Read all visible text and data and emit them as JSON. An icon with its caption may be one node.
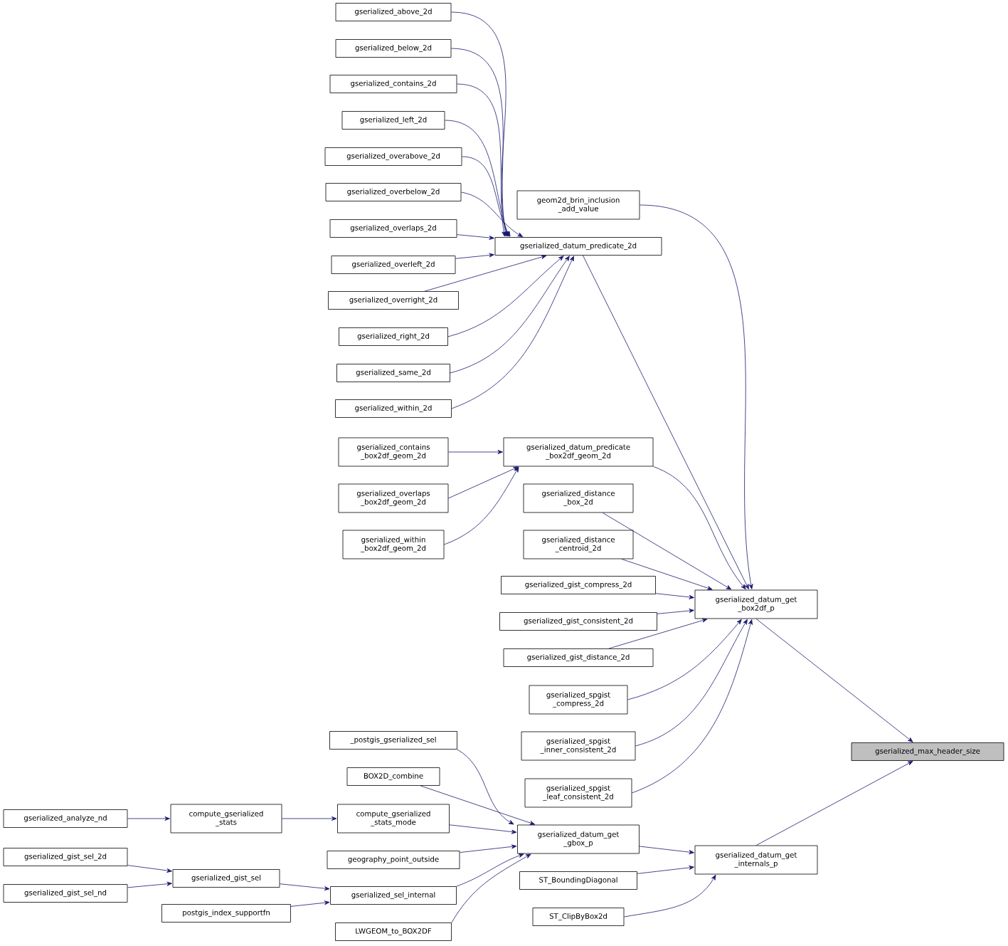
{
  "diagram": {
    "nodes": [
      {
        "text": [
          "gserialized_above_2d"
        ]
      },
      {
        "text": [
          "gserialized_below_2d"
        ]
      },
      {
        "text": [
          "gserialized_contains_2d"
        ]
      },
      {
        "text": [
          "gserialized_left_2d"
        ]
      },
      {
        "text": [
          "gserialized_overabove_2d"
        ]
      },
      {
        "text": [
          "gserialized_overbelow_2d"
        ]
      },
      {
        "text": [
          "gserialized_overlaps_2d"
        ]
      },
      {
        "text": [
          "gserialized_overleft_2d"
        ]
      },
      {
        "text": [
          "gserialized_overright_2d"
        ]
      },
      {
        "text": [
          "gserialized_right_2d"
        ]
      },
      {
        "text": [
          "gserialized_same_2d"
        ]
      },
      {
        "text": [
          "gserialized_within_2d"
        ]
      },
      {
        "text": [
          "geom2d_brin_inclusion _add_value"
        ]
      },
      {
        "text": [
          "gserialized_datum_predicate_2d"
        ]
      },
      {
        "text": [
          "gserialized_contains _box2df_geom_2d"
        ]
      },
      {
        "text": [
          "gserialized_datum_predicate _box2df_geom_2d"
        ]
      },
      {
        "text": [
          "gserialized_overlaps _box2df_geom_2d"
        ]
      },
      {
        "text": [
          "gserialized_distance _box_2d"
        ]
      },
      {
        "text": [
          "gserialized_within _box2df_geom_2d"
        ]
      },
      {
        "text": [
          "gserialized_distance _centroid_2d"
        ]
      },
      {
        "text": [
          "gserialized_gist_compress_2d"
        ]
      },
      {
        "text": [
          "gserialized_datum_get _box2df_p"
        ]
      },
      {
        "text": [
          "gserialized_gist_consistent_2d"
        ]
      },
      {
        "text": [
          "gserialized_gist_distance_2d"
        ]
      },
      {
        "text": [
          "gserialized_spgist _compress_2d"
        ]
      },
      {
        "text": [
          "gserialized_spgist _inner_consistent_2d"
        ]
      },
      {
        "text": [
          "gserialized_max_header_size"
        ]
      },
      {
        "text": [
          "_postgis_gserialized_sel"
        ]
      },
      {
        "text": [
          "BOX2D_combine"
        ]
      },
      {
        "text": [
          "gserialized_spgist _leaf_consistent_2d"
        ]
      },
      {
        "text": [
          "gserialized_analyze_nd"
        ]
      },
      {
        "text": [
          "compute_gserialized _stats"
        ]
      },
      {
        "text": [
          "compute_gserialized _stats_mode"
        ]
      },
      {
        "text": [
          "gserialized_datum_get _gbox_p"
        ]
      },
      {
        "text": [
          "geography_point_outside"
        ]
      },
      {
        "text": [
          "gserialized_datum_get _internals_p"
        ]
      },
      {
        "text": [
          "gserialized_gist_sel_2d"
        ]
      },
      {
        "text": [
          "gserialized_gist_sel"
        ]
      },
      {
        "text": [
          "gserialized_gist_sel_nd"
        ]
      },
      {
        "text": [
          "ST_BoundingDiagonal"
        ]
      },
      {
        "text": [
          "gserialized_sel_internal"
        ]
      },
      {
        "text": [
          "postgis_index_supportfn"
        ]
      },
      {
        "text": [
          "ST_ClipByBox2d"
        ]
      },
      {
        "text": [
          "LWGEOM_to_BOX2DF"
        ]
      }
    ],
    "edges": [
      {
        "from": 0,
        "to": 13,
        "arrow": "to"
      },
      {
        "from": 1,
        "to": 13,
        "arrow": "to"
      },
      {
        "from": 2,
        "to": 13,
        "arrow": "to"
      },
      {
        "from": 3,
        "to": 13,
        "arrow": "to"
      },
      {
        "from": 4,
        "to": 13,
        "arrow": "to"
      },
      {
        "from": 5,
        "to": 13,
        "arrow": "to"
      },
      {
        "from": 6,
        "to": 13,
        "arrow": "to"
      },
      {
        "from": 7,
        "to": 13,
        "arrow": "to"
      },
      {
        "from": 8,
        "to": 13,
        "arrow": "to"
      },
      {
        "from": 9,
        "to": 13,
        "arrow": "to"
      },
      {
        "from": 10,
        "to": 13,
        "arrow": "to"
      },
      {
        "from": 11,
        "to": 13,
        "arrow": "to"
      },
      {
        "from": 12,
        "to": 21,
        "arrow": "to"
      },
      {
        "from": 13,
        "to": 21,
        "arrow": "to"
      },
      {
        "from": 14,
        "to": 15,
        "arrow": "to"
      },
      {
        "from": 16,
        "to": 15,
        "arrow": "to"
      },
      {
        "from": 18,
        "to": 15,
        "arrow": "to"
      },
      {
        "from": 15,
        "to": 21,
        "arrow": "to"
      },
      {
        "from": 17,
        "to": 21,
        "arrow": "to"
      },
      {
        "from": 19,
        "to": 21,
        "arrow": "to"
      },
      {
        "from": 20,
        "to": 21,
        "arrow": "to"
      },
      {
        "from": 22,
        "to": 21,
        "arrow": "to"
      },
      {
        "from": 23,
        "to": 21,
        "arrow": "to"
      },
      {
        "from": 24,
        "to": 21,
        "arrow": "to"
      },
      {
        "from": 25,
        "to": 21,
        "arrow": "to"
      },
      {
        "from": 29,
        "to": 21,
        "arrow": "to"
      },
      {
        "from": 21,
        "to": 26,
        "arrow": "to"
      },
      {
        "from": 27,
        "to": 33,
        "arrow": "to"
      },
      {
        "from": 28,
        "to": 33,
        "arrow": "to"
      },
      {
        "from": 32,
        "to": 33,
        "arrow": "to"
      },
      {
        "from": 34,
        "to": 33,
        "arrow": "to"
      },
      {
        "from": 40,
        "to": 33,
        "arrow": "to"
      },
      {
        "from": 43,
        "to": 33,
        "arrow": "to"
      },
      {
        "from": 30,
        "to": 31,
        "arrow": "to"
      },
      {
        "from": 31,
        "to": 32,
        "arrow": "to"
      },
      {
        "from": 36,
        "to": 37,
        "arrow": "to"
      },
      {
        "from": 38,
        "to": 37,
        "arrow": "to"
      },
      {
        "from": 37,
        "to": 40,
        "arrow": "to"
      },
      {
        "from": 41,
        "to": 40,
        "arrow": "to"
      },
      {
        "from": 33,
        "to": 35,
        "arrow": "to"
      },
      {
        "from": 39,
        "to": 35,
        "arrow": "to"
      },
      {
        "from": 42,
        "to": 35,
        "arrow": "to"
      },
      {
        "from": 35,
        "to": 26,
        "arrow": "to"
      }
    ]
  }
}
